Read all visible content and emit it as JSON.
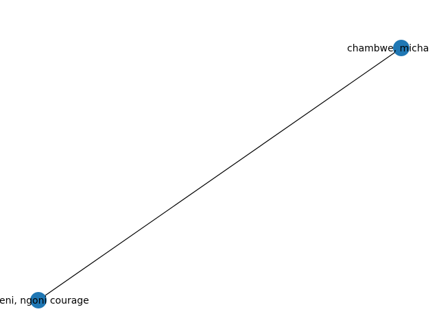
{
  "graph": {
    "node_color": "#1f77b4",
    "edge_color": "#000000",
    "nodes": [
      {
        "id": "a",
        "label": "chambwe, micha"
      },
      {
        "id": "b",
        "label": "eni, ngoni courage"
      }
    ],
    "edges": [
      {
        "source": "a",
        "target": "b"
      }
    ]
  }
}
